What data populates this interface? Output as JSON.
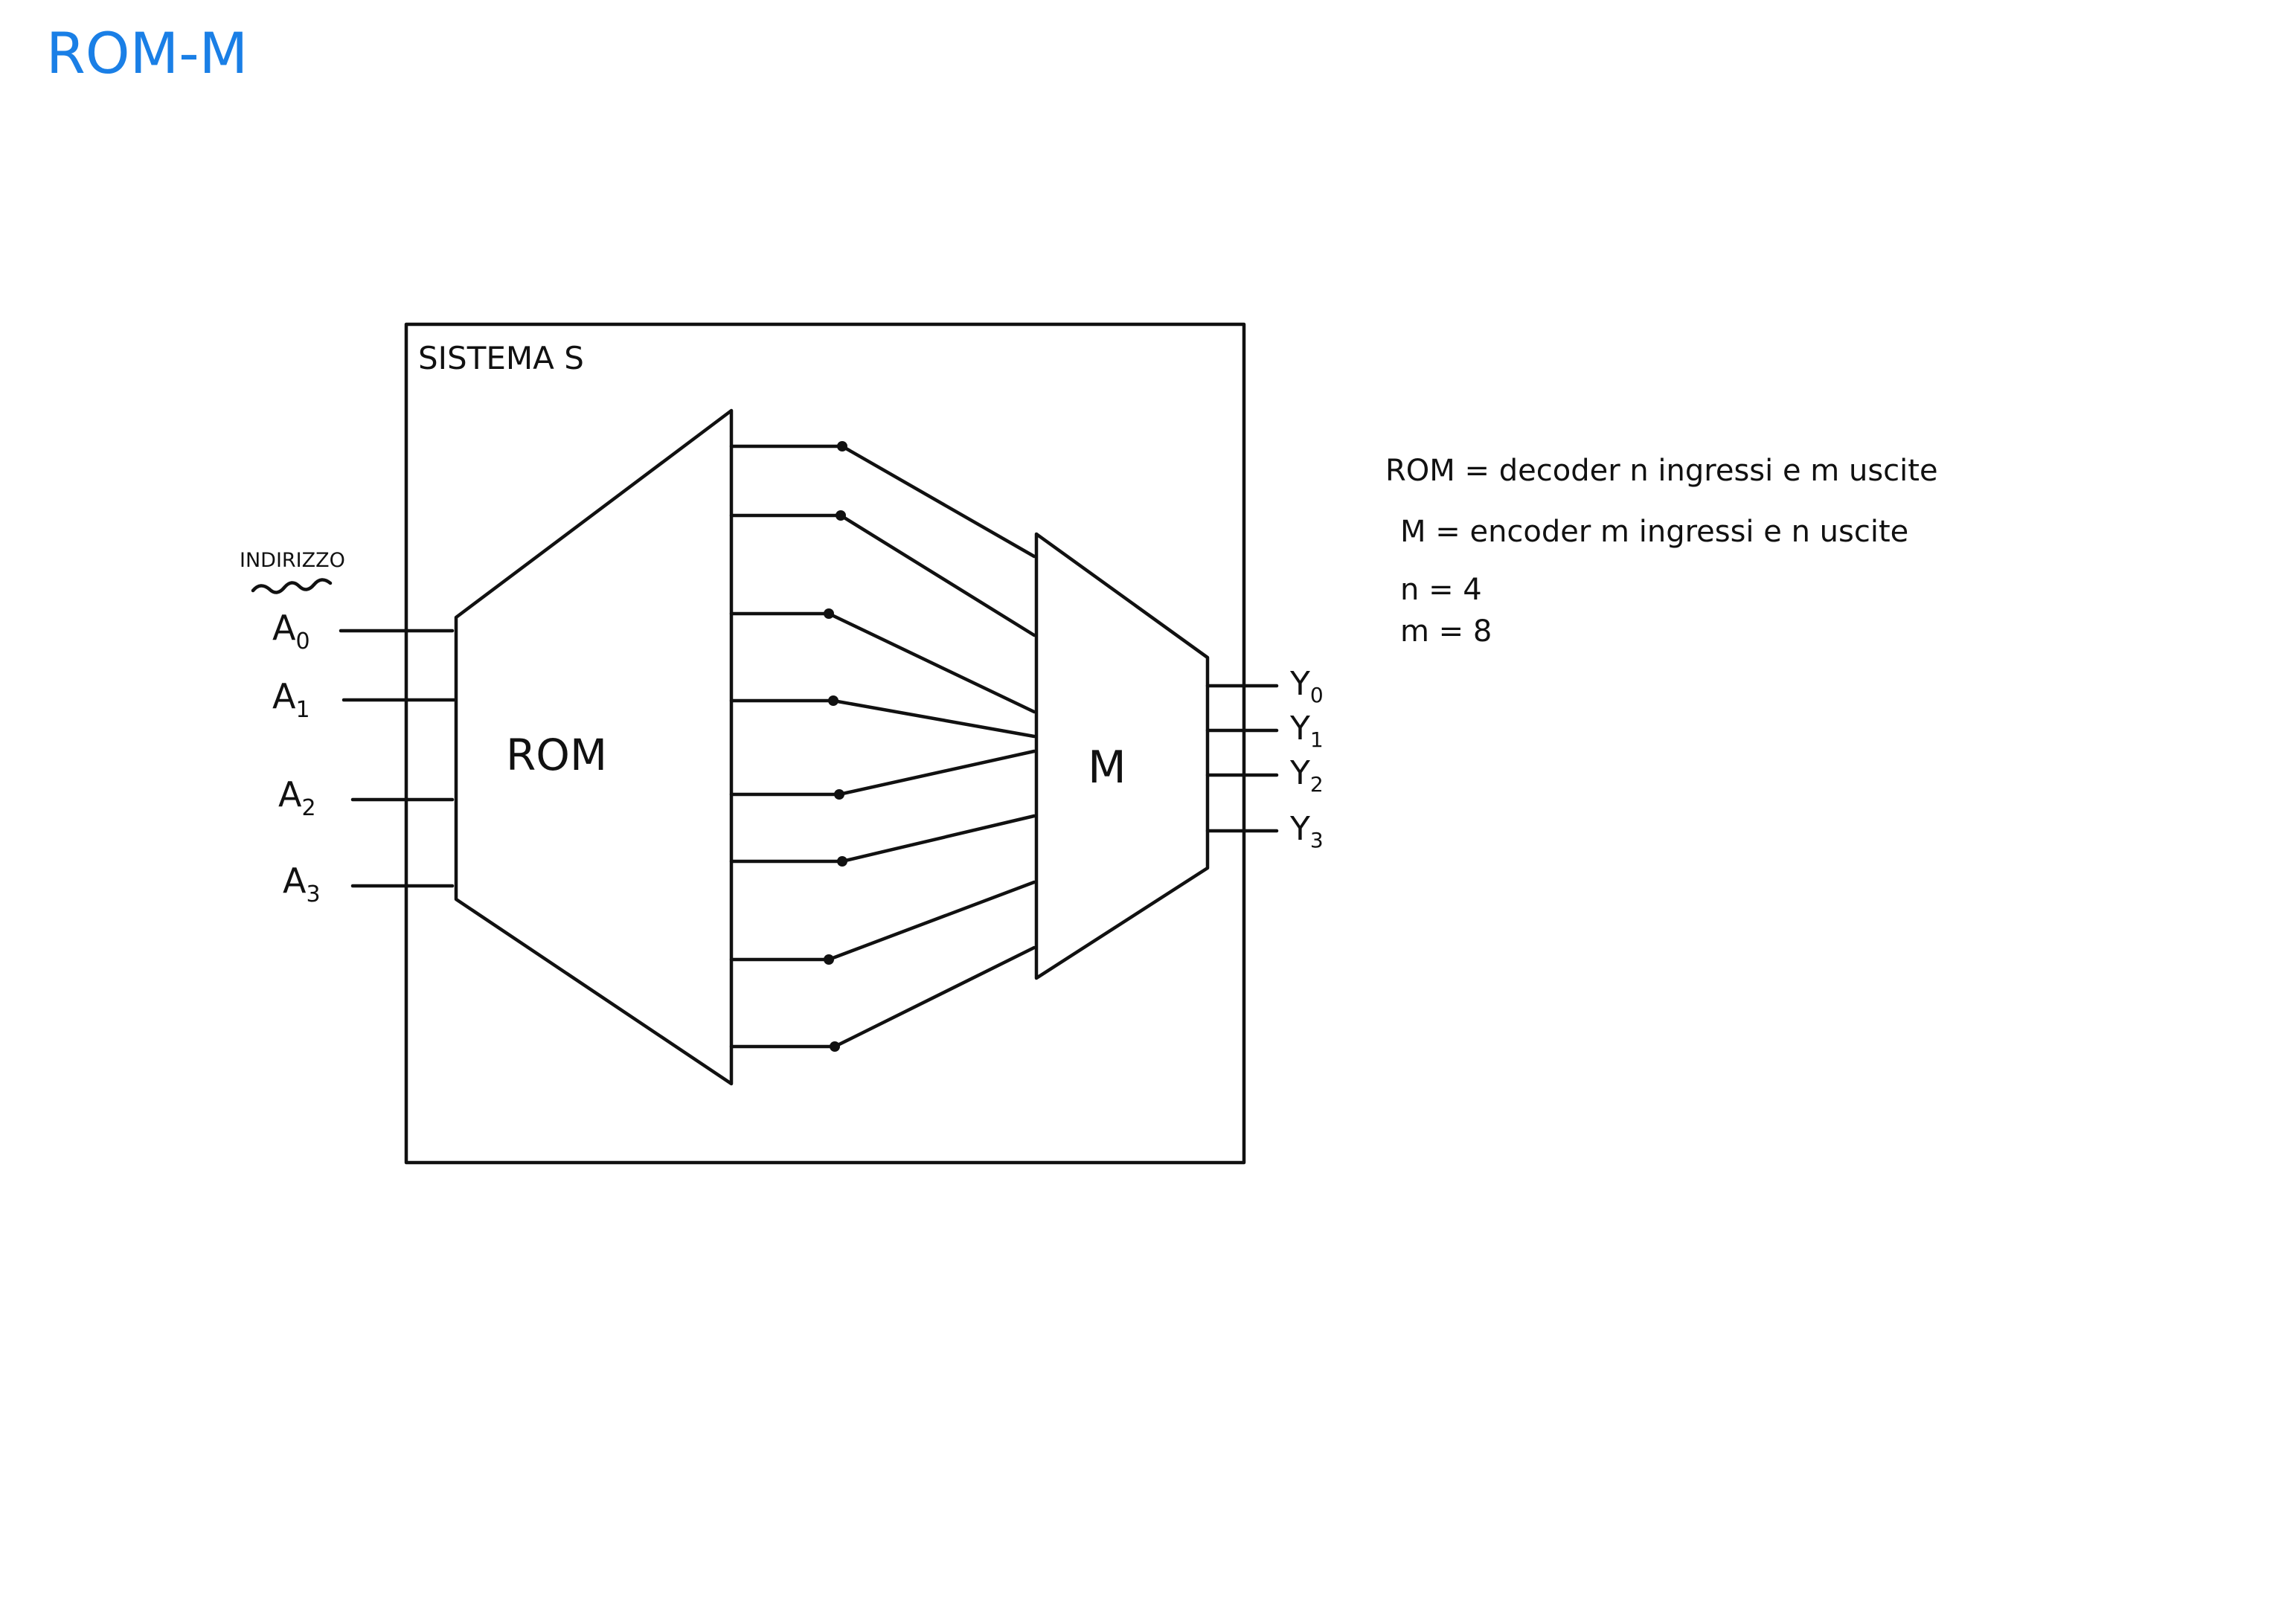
{
  "page_title": {
    "text": "ROM-M",
    "color": "#1a7fe6"
  },
  "system": {
    "label": "SISTEMA S"
  },
  "inputs": {
    "header": "INDIRIZZO",
    "brace_icon": "tilde-brace-icon",
    "items": [
      {
        "name": "A",
        "sub": "0"
      },
      {
        "name": "A",
        "sub": "1"
      },
      {
        "name": "A",
        "sub": "2"
      },
      {
        "name": "A",
        "sub": "3"
      }
    ]
  },
  "rom": {
    "label": "ROM"
  },
  "mux": {
    "label": "M"
  },
  "outputs": [
    {
      "name": "Y",
      "sub": "0"
    },
    {
      "name": "Y",
      "sub": "1"
    },
    {
      "name": "Y",
      "sub": "2"
    },
    {
      "name": "Y",
      "sub": "3"
    }
  ],
  "notes": {
    "line1": "ROM = decoder n ingressi e m uscite",
    "line2": "M = encoder m ingressi e n uscite",
    "line3": "n = 4",
    "line4": "m = 8"
  },
  "colors": {
    "ink": "#111111",
    "title": "#1a7fe6",
    "background": "#ffffff"
  }
}
